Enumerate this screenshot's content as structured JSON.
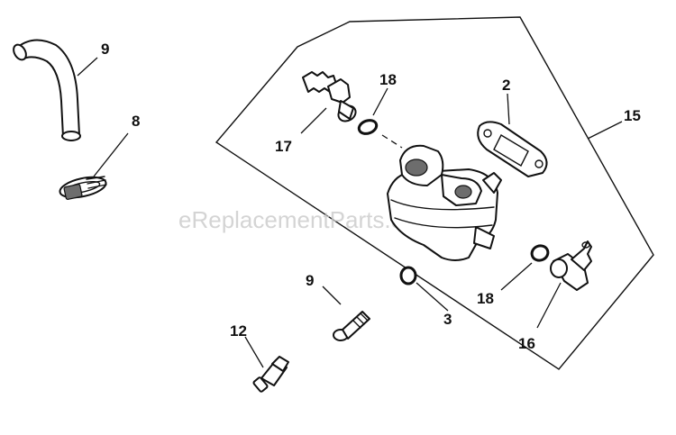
{
  "watermark": "eReplacementParts.com",
  "callouts": {
    "c9_hose": "9",
    "c8_clamp": "8",
    "c18_top": "18",
    "c17_fitting": "17",
    "c2_gasket": "2",
    "c15_assembly": "15",
    "c3_washer": "3",
    "c18_bottom": "18",
    "c16_elbow": "16",
    "c9_screw": "9",
    "c12_valve": "12"
  },
  "colors": {
    "ink": "#111111",
    "watermark": "#c9c9c9",
    "background": "#ffffff"
  }
}
